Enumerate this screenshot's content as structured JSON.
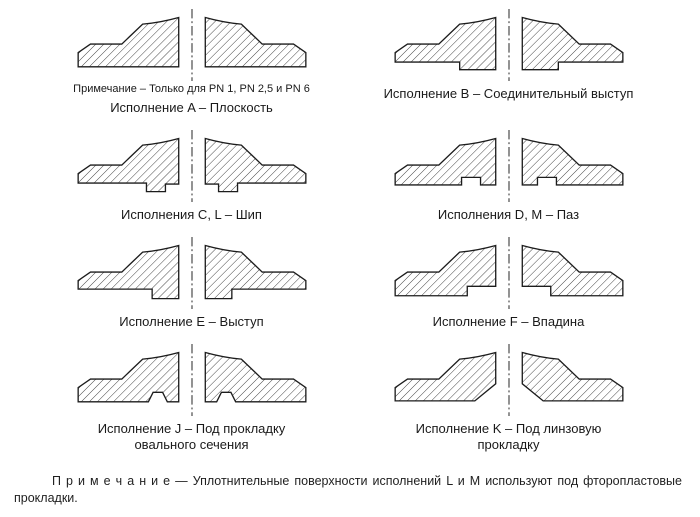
{
  "figures": [
    {
      "variant": "A",
      "note": "Примечание – Только для PN 1, PN 2,5 и PN 6",
      "caption": "Исполнение A – Плоскость"
    },
    {
      "variant": "B",
      "caption": "Исполнение B – Соединительный выступ"
    },
    {
      "variant": "C",
      "caption": "Исполнения C, L – Шип"
    },
    {
      "variant": "D",
      "caption": "Исполнения D, M – Паз"
    },
    {
      "variant": "E",
      "caption": "Исполнение E – Выступ"
    },
    {
      "variant": "F",
      "caption": "Исполнение F – Впадина"
    },
    {
      "variant": "J",
      "caption": "Исполнение J – Под прокладку\nовального сечения"
    },
    {
      "variant": "K",
      "caption": "Исполнение K – Под линзовую\nпрокладку"
    }
  ],
  "footnote": "П р и м е ч а н и е  —  Уплотнительные  поверхности  исполнений  L  и  M  используют  под  фторопластовые прокладки.",
  "colors": {
    "ink": "#1c1c1c",
    "hatch": "#2a2a2a",
    "background": "#ffffff"
  }
}
